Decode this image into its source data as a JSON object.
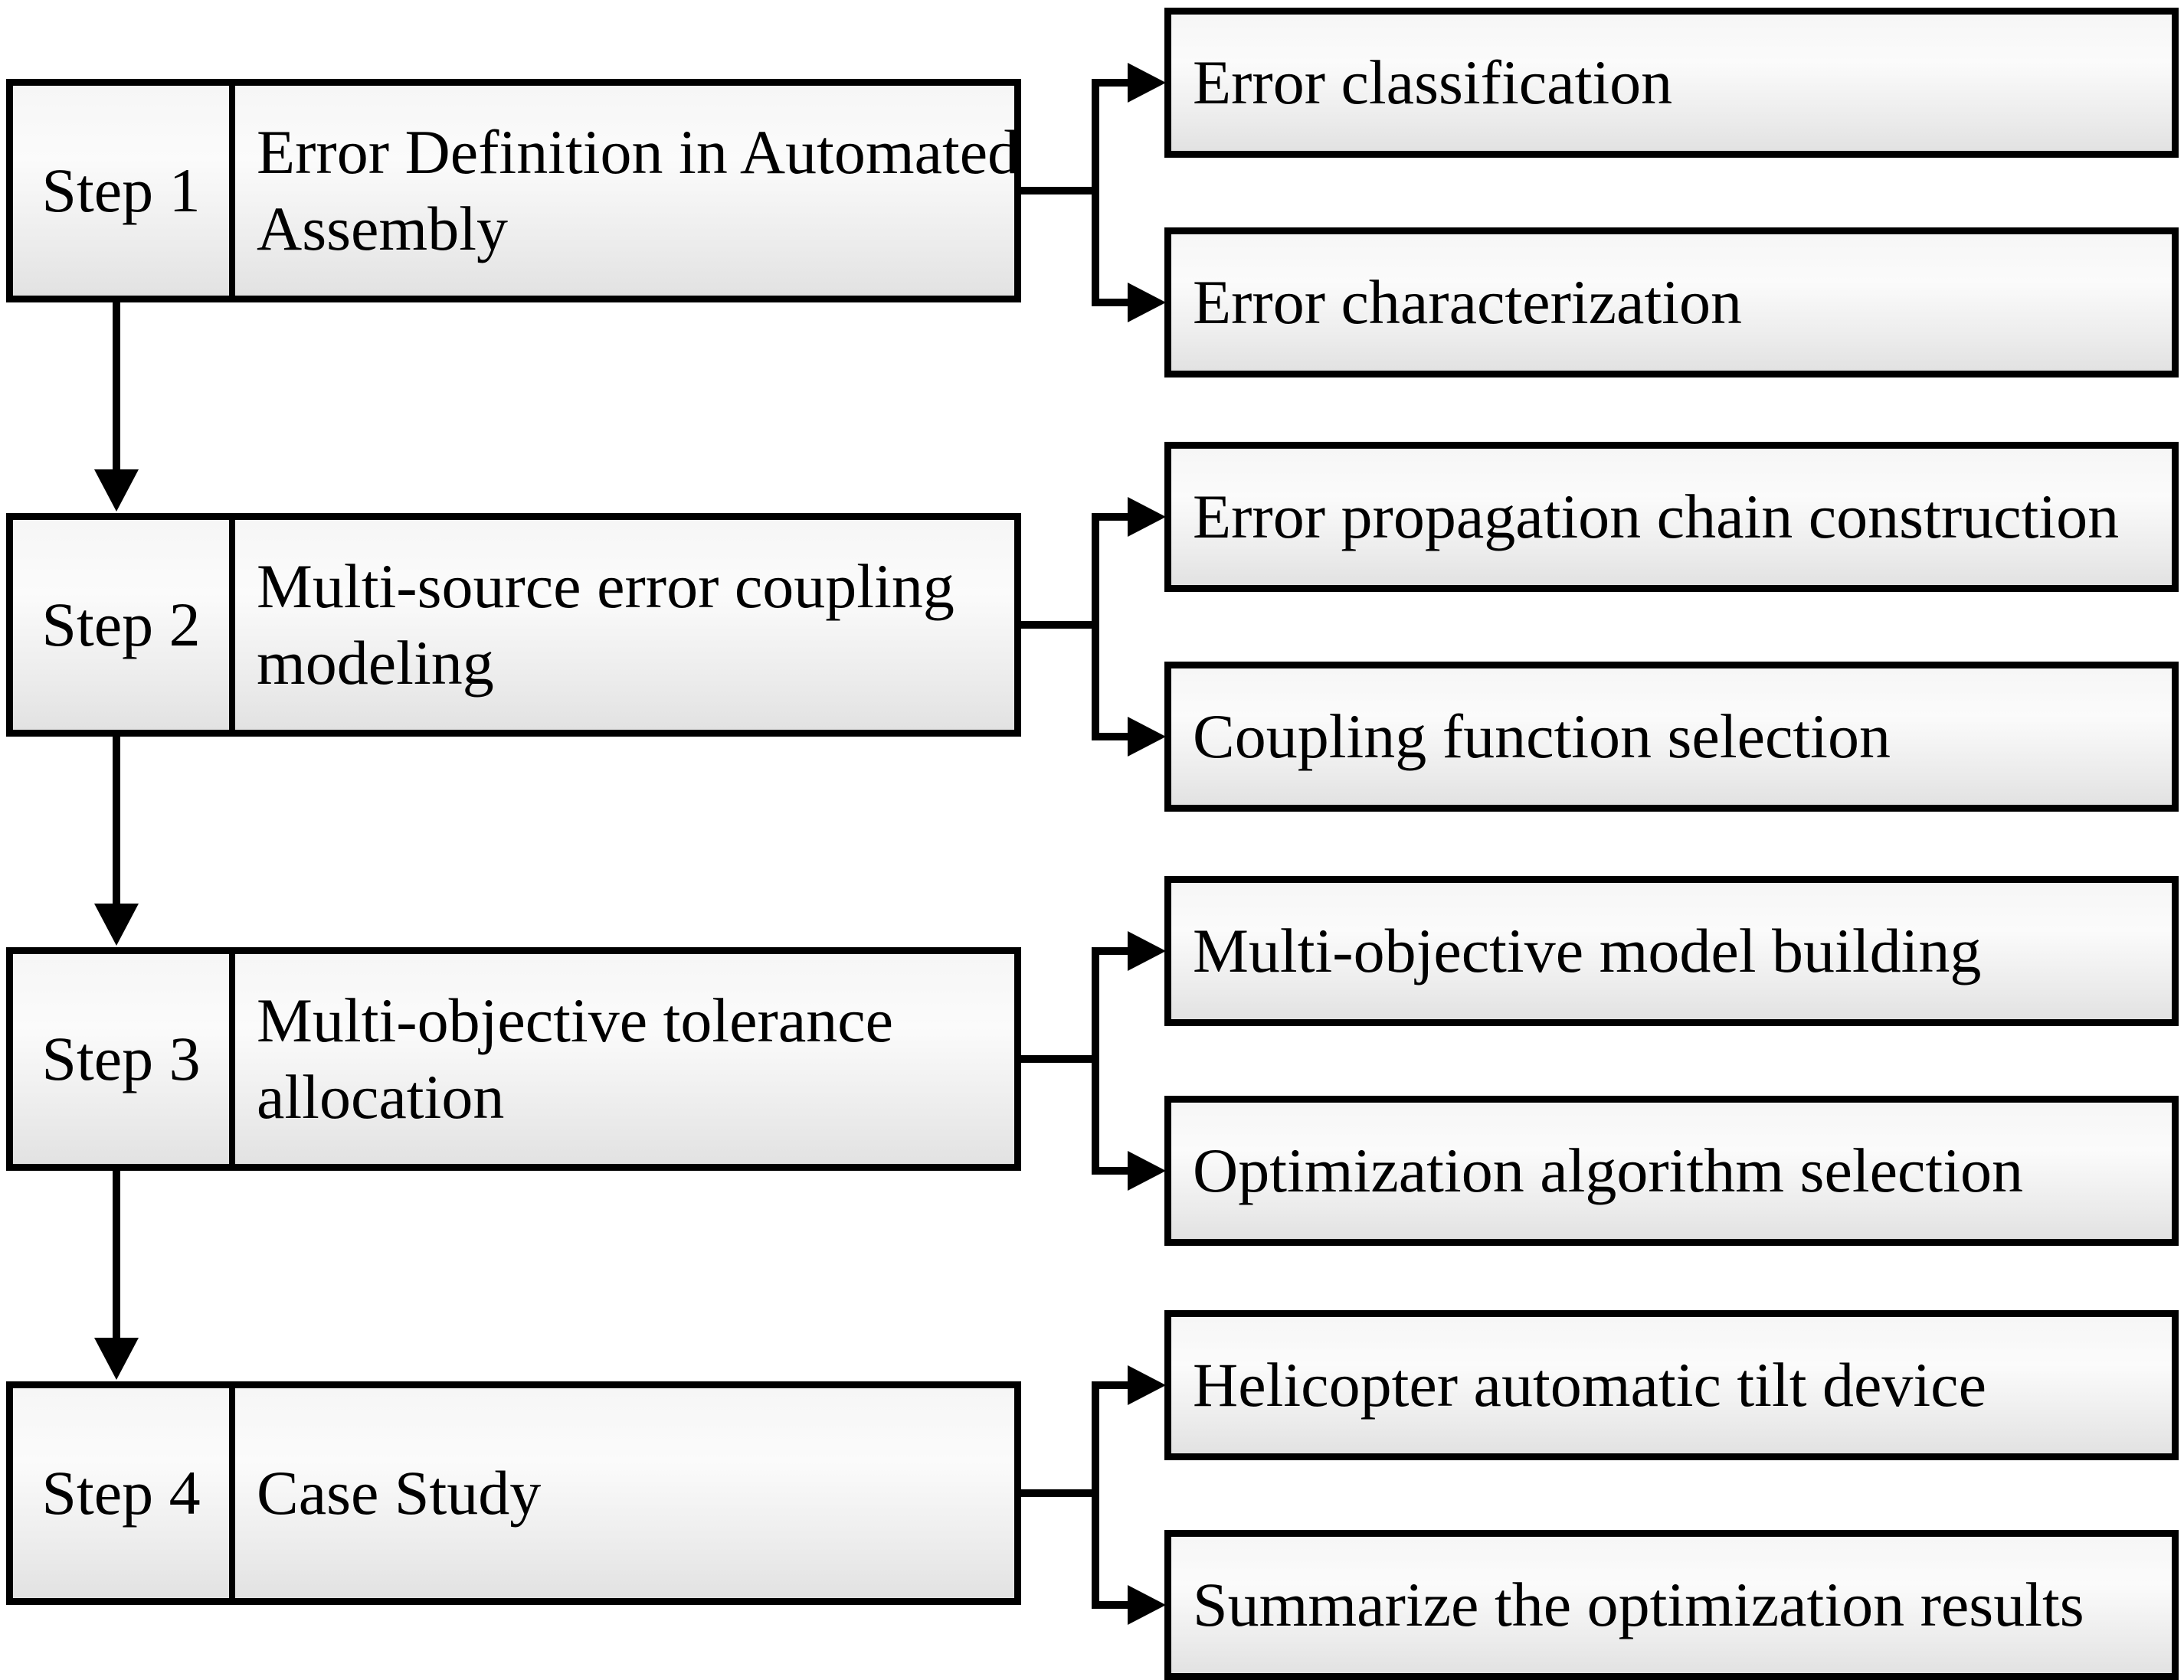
{
  "diagram": {
    "steps": [
      {
        "label": "Step 1",
        "title": "Error Definition in Automated\nAssembly",
        "outputs": [
          "Error classification",
          "Error characterization"
        ]
      },
      {
        "label": "Step 2",
        "title": "Multi-source error coupling\nmodeling",
        "outputs": [
          "Error propagation chain construction",
          "Coupling function selection"
        ]
      },
      {
        "label": "Step 3",
        "title": "Multi-objective tolerance\nallocation",
        "outputs": [
          "Multi-objective model building",
          "Optimization algorithm selection"
        ]
      },
      {
        "label": "Step 4",
        "title": "Case Study",
        "outputs": [
          "Helicopter automatic tilt device",
          "Summarize the optimization results"
        ]
      }
    ],
    "colors": {
      "line": "#000000",
      "box_border": "#000000",
      "box_fill_top": "#f6f6f6",
      "box_fill_bottom": "#e2e2e2",
      "background": "#ffffff",
      "text": "#000000"
    }
  }
}
